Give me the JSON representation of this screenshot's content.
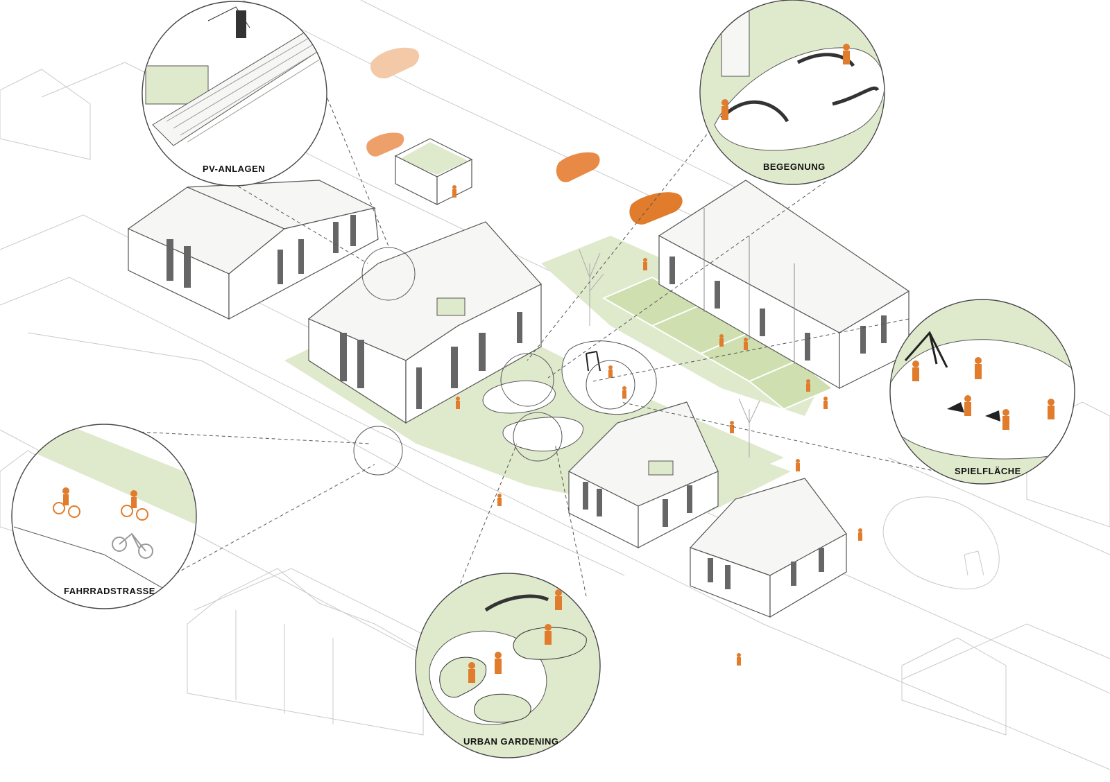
{
  "diagram": {
    "callouts": [
      {
        "id": "pv",
        "label": "PV-ANLAGEN"
      },
      {
        "id": "begegnung",
        "label": "BEGEGNUNG"
      },
      {
        "id": "spiel",
        "label": "SPIELFLÄCHE"
      },
      {
        "id": "fahrrad",
        "label": "FAHRRADSTRASSE"
      },
      {
        "id": "garden",
        "label": "URBAN GARDENING"
      }
    ],
    "colors": {
      "accent": "#e07c2c",
      "accent_light": "#f3b98a",
      "green": "#dfe9cc",
      "line": "#555555",
      "ghost": "#c9c9c9"
    }
  }
}
